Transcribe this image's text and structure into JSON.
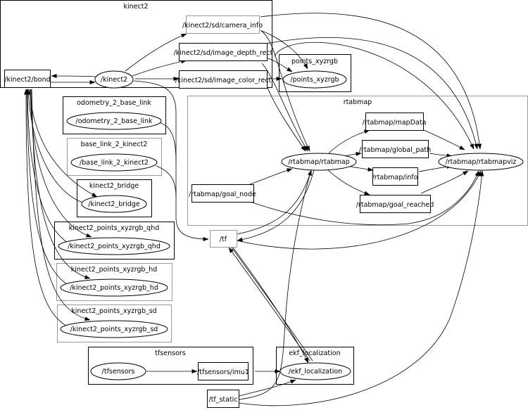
{
  "clusters": {
    "kinect2": "kinect2",
    "points_xyzrgb": "points_xyzrgb",
    "odometry_2_base_link": "odometry_2_base_link",
    "base_link_2_kinect2": "base_link_2_kinect2",
    "kinect2_bridge": "kinect2_bridge",
    "rtabmap": "rtabmap",
    "kinect2_points_xyzrgb_qhd": "kinect2_points_xyzrgb_qhd",
    "kinect2_points_xyzrgb_hd": "kinect2_points_xyzrgb_hd",
    "kinect2_points_xyzrgb_sd": "kinect2_points_xyzrgb_sd",
    "tfsensors": "tfsensors",
    "ekf_localization": "ekf_localization"
  },
  "nodes": {
    "kinect2": "/kinect2",
    "points_xyzrgb": "/points_xyzrgb",
    "odometry_2_base_link": "/odometry_2_base_link",
    "base_link_2_kinect2": "/base_link_2_kinect2",
    "kinect2_bridge": "/kinect2_bridge",
    "rtabmap": "/rtabmap/rtabmap",
    "rtabmapviz": "/rtabmap/rtabmapviz",
    "kinect2_points_xyzrgb_qhd": "/kinect2_points_xyzrgb_qhd",
    "kinect2_points_xyzrgb_hd": "/kinect2_points_xyzrgb_hd",
    "kinect2_points_xyzrgb_sd": "/kinect2_points_xyzrgb_sd",
    "tfsensors": "/tfsensors",
    "ekf_localization": "/ekf_localization"
  },
  "topics": {
    "bond": "/kinect2/bond",
    "camera_info": "/kinect2/sd/camera_info",
    "image_depth_rect": "/kinect2/sd/image_depth_rect",
    "image_color_rect": "/kinect2/sd/image_color_rect",
    "mapData": "/rtabmap/mapData",
    "global_path": "/rtabmap/global_path",
    "info": "/rtabmap/info",
    "goal_reached": "/rtabmap/goal_reached",
    "goal_node": "/rtabmap/goal_node",
    "tf": "/tf",
    "imu1": "/tfsensors/imu1",
    "tf_static": "/tf_static"
  }
}
